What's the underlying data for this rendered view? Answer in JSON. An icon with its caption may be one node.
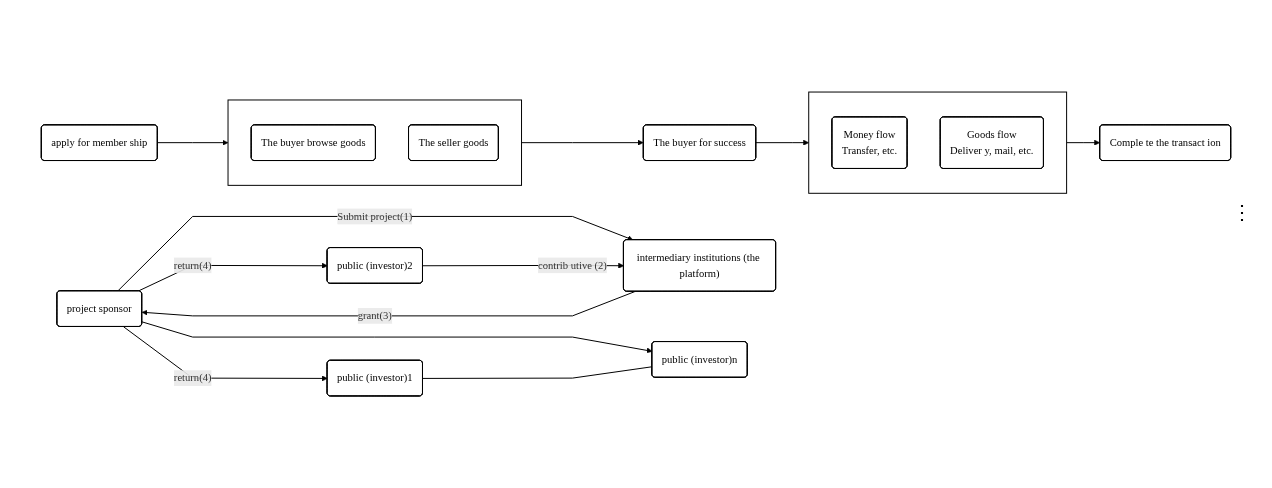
{
  "diagram": {
    "nodes": [
      {
        "text": [
          "apply for member ship"
        ]
      },
      {
        "text": [],
        "shape": "box"
      },
      {
        "text": [
          "The buyer browse goods"
        ],
        "in": 1
      },
      {
        "text": [
          "The seller goods"
        ],
        "in": 1
      },
      {
        "text": [
          "The buyer for success"
        ]
      },
      {
        "text": [],
        "shape": "box"
      },
      {
        "text": [
          "Money flow",
          "Transfer, etc."
        ],
        "in": 5
      },
      {
        "text": [
          "Goods flow",
          "Deliver y, mail, etc."
        ],
        "in": 5
      },
      {
        "text": [
          "Comple te the transact ion"
        ]
      },
      {
        "text": [
          "project sponsor"
        ]
      },
      {
        "text": [
          "intermediary institutions (the platform)"
        ]
      },
      {
        "text": [
          "public (investor)1"
        ]
      },
      {
        "text": [
          "public (investor)2"
        ]
      },
      {
        "text": [
          "public (investor)n"
        ]
      }
    ],
    "edges": [
      {
        "from": 0,
        "to": 1,
        "arrow": "to"
      },
      {
        "from": 1,
        "to": 4,
        "arrow": "to"
      },
      {
        "from": 4,
        "to": 5,
        "arrow": "to"
      },
      {
        "from": 5,
        "to": 8,
        "arrow": "to"
      },
      {
        "from": 9,
        "to": 10,
        "arrow": "to",
        "label": "Submit project(1)"
      },
      {
        "from": 10,
        "to": 9,
        "arrow": "to",
        "label": "grant(3)"
      },
      {
        "from": 12,
        "to": 10,
        "arrow": "to",
        "label": "contrib utive (2)"
      },
      {
        "from": 9,
        "to": 11,
        "arrow": "to",
        "label": "return(4)"
      },
      {
        "from": 9,
        "to": 12,
        "arrow": "to",
        "label": "return(4)"
      },
      {
        "from": 9,
        "to": 13,
        "arrow": "to"
      },
      {
        "from": 11,
        "to": 13,
        "arrow": "none"
      }
    ],
    "labels": [
      "⋮"
    ]
  }
}
